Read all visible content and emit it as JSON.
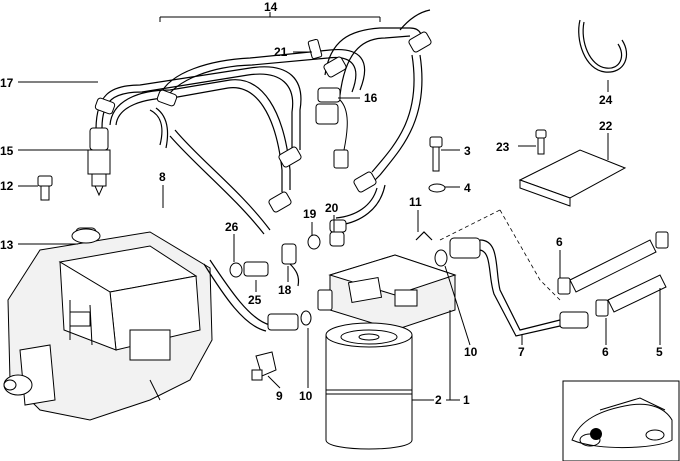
{
  "labels": [
    {
      "id": "l14",
      "text": "14"
    },
    {
      "id": "l21",
      "text": "21"
    },
    {
      "id": "l17",
      "text": "17"
    },
    {
      "id": "l16",
      "text": "16"
    },
    {
      "id": "l15",
      "text": "15"
    },
    {
      "id": "l12",
      "text": "12"
    },
    {
      "id": "l8",
      "text": "8"
    },
    {
      "id": "l13",
      "text": "13"
    },
    {
      "id": "l26",
      "text": "26"
    },
    {
      "id": "l19",
      "text": "19"
    },
    {
      "id": "l20",
      "text": "20"
    },
    {
      "id": "l25",
      "text": "25"
    },
    {
      "id": "l18",
      "text": "18"
    },
    {
      "id": "l3",
      "text": "3"
    },
    {
      "id": "l4",
      "text": "4"
    },
    {
      "id": "l11",
      "text": "11"
    },
    {
      "id": "l24",
      "text": "24"
    },
    {
      "id": "l23",
      "text": "23"
    },
    {
      "id": "l22",
      "text": "22"
    },
    {
      "id": "l6a",
      "text": "6"
    },
    {
      "id": "l10a",
      "text": "10"
    },
    {
      "id": "l7",
      "text": "7"
    },
    {
      "id": "l6b",
      "text": "6"
    },
    {
      "id": "l5",
      "text": "5"
    },
    {
      "id": "l9",
      "text": "9"
    },
    {
      "id": "l10b",
      "text": "10"
    },
    {
      "id": "l2",
      "text": "2"
    },
    {
      "id": "l1",
      "text": "1"
    }
  ]
}
